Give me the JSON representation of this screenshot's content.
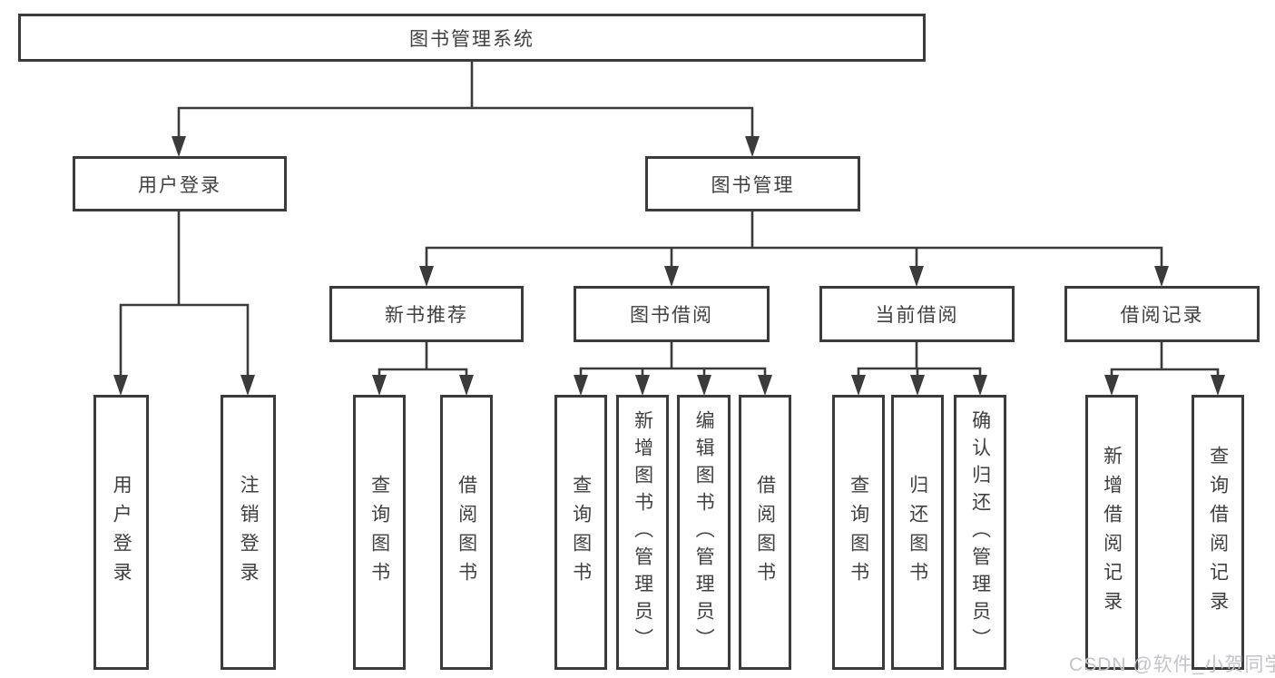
{
  "diagram": {
    "root": {
      "label": "图书管理系统"
    },
    "branches": [
      {
        "label": "用户登录",
        "children": [
          {
            "label": "用户登录"
          },
          {
            "label": "注销登录"
          }
        ]
      },
      {
        "label": "图书管理",
        "children": [
          {
            "label": "新书推荐",
            "children": [
              {
                "label": "查询图书"
              },
              {
                "label": "借阅图书"
              }
            ]
          },
          {
            "label": "图书借阅",
            "children": [
              {
                "label": "查询图书"
              },
              {
                "label": "新增图书（管理员）"
              },
              {
                "label": "编辑图书（管理员）"
              },
              {
                "label": "借阅图书"
              }
            ]
          },
          {
            "label": "当前借阅",
            "children": [
              {
                "label": "查询图书"
              },
              {
                "label": "归还图书"
              },
              {
                "label": "确认归还（管理员）"
              }
            ]
          },
          {
            "label": "借阅记录",
            "children": [
              {
                "label": "新增借阅记录"
              },
              {
                "label": "查询借阅记录"
              }
            ]
          }
        ]
      }
    ]
  },
  "style": {
    "line_color": "#3b3b3b",
    "box_border_color": "#3b3b3b",
    "text_color": "#404040",
    "watermark_color": "#c3c3c8",
    "background": "#ffffff"
  },
  "watermark": {
    "text": "CSDN @软件_小贺同学"
  }
}
